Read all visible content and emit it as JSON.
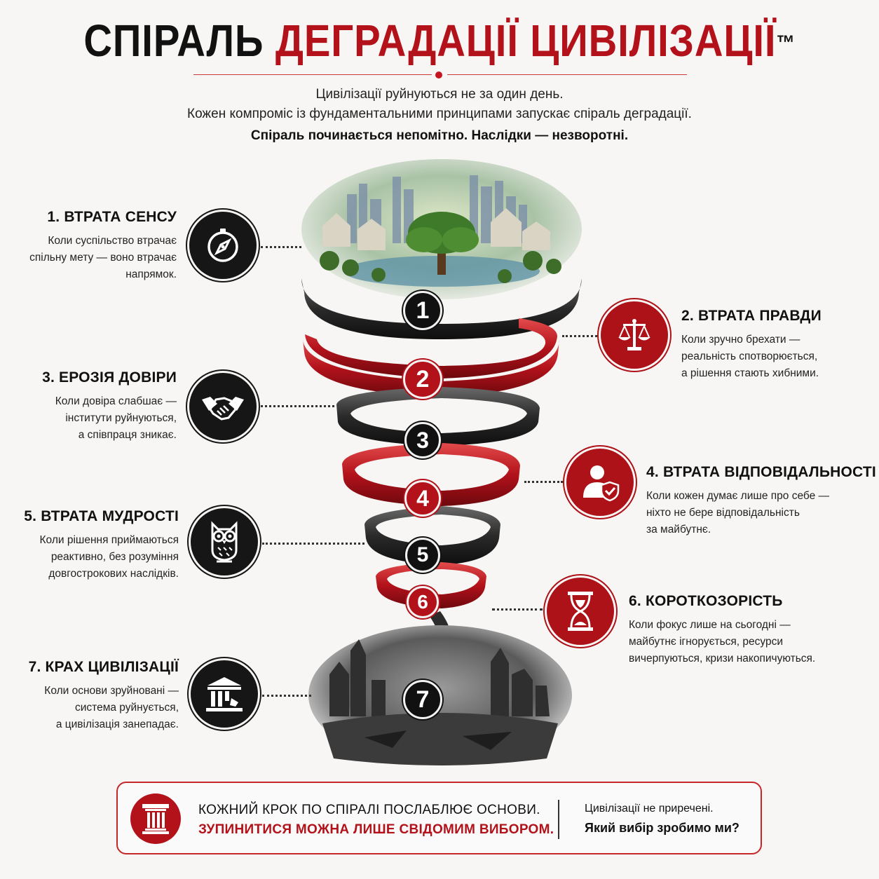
{
  "header": {
    "title_part1": "СПІРАЛЬ",
    "title_part2": "ДЕГРАДАЦІЇ ЦИВІЛІЗАЦІЇ",
    "trademark": "™",
    "subtitle_line1": "Цивілізації руйнуються не за один день.",
    "subtitle_line2": "Кожен компроміс із фундаментальними принципами запускає спіраль деградації.",
    "subtitle_line3": "Спіраль починається непомітно. Наслідки — незворотні."
  },
  "steps": [
    {
      "number": "1",
      "title": "1. ВТРАТА СЕНСУ",
      "desc": [
        "Коли суспільство втрачає",
        "спільну мету — воно втрачає",
        "напрямок."
      ],
      "icon": "compass-icon"
    },
    {
      "number": "2",
      "title": "2. ВТРАТА ПРАВДИ",
      "desc": [
        "Коли зручно брехати —",
        "реальність спотворюється,",
        "а рішення стають хибними."
      ],
      "icon": "scales-icon"
    },
    {
      "number": "3",
      "title": "3. ЕРОЗІЯ ДОВІРИ",
      "desc": [
        "Коли довіра слабшає —",
        "інститути руйнуються,",
        "а співпраця зникає."
      ],
      "icon": "handshake-icon"
    },
    {
      "number": "4",
      "title": "4. ВТРАТА ВІДПОВІДАЛЬНОСТІ",
      "desc": [
        "Коли кожен думає лише про себе —",
        "ніхто не бере відповідальність",
        "за майбутнє."
      ],
      "icon": "person-shield-icon"
    },
    {
      "number": "5",
      "title": "5. ВТРАТА МУДРОСТІ",
      "desc": [
        "Коли рішення приймаються",
        "реактивно, без розуміння",
        "довгострокових наслідків."
      ],
      "icon": "owl-icon"
    },
    {
      "number": "6",
      "title": "6. КОРОТКОЗОРІСТЬ",
      "desc": [
        "Коли фокус лише на сьогодні —",
        "майбутнє ігнорується, ресурси",
        "вичерпуються, кризи накопичуються."
      ],
      "icon": "hourglass-icon"
    },
    {
      "number": "7",
      "title": "7. КРАХ ЦИВІЛІЗАЦІЇ",
      "desc": [
        "Коли основи зруйновані —",
        "система руйнується,",
        "а цивілізація занепадає."
      ],
      "icon": "broken-temple-icon"
    }
  ],
  "footer": {
    "line1": "КОЖНИЙ КРОК ПО СПІРАЛІ ПОСЛАБЛЮЄ ОСНОВИ.",
    "line2": "ЗУПИНИТИСЯ МОЖНА ЛИШЕ СВІДОМИМ ВИБОРОМ.",
    "right_line1": "Цивілізації не приречені.",
    "right_line2": "Який вибір зробимо ми?",
    "icon": "column-icon"
  },
  "colors": {
    "accent_red": "#b3121b",
    "dark": "#161616",
    "background": "#f7f6f4"
  }
}
